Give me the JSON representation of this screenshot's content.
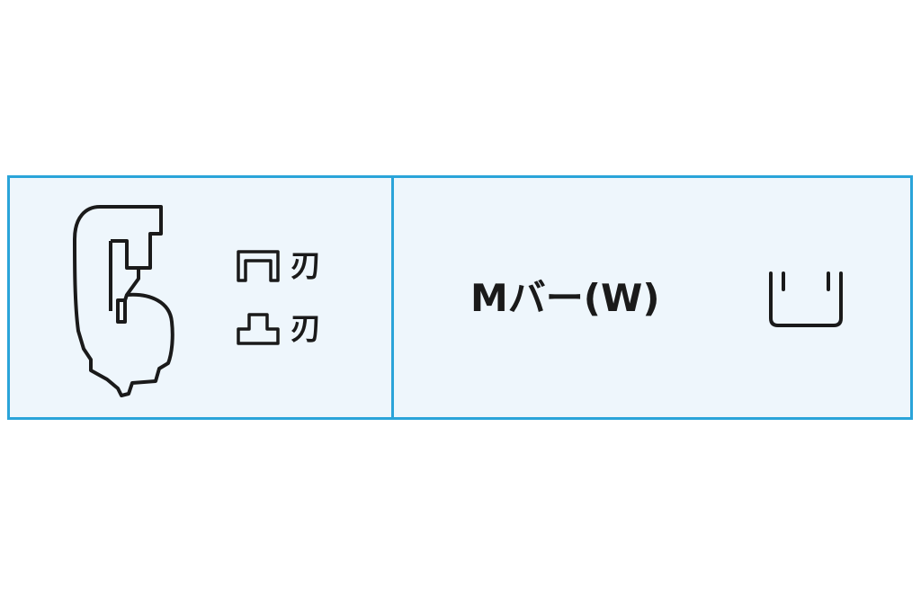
{
  "colors": {
    "border": "#2aa4d9",
    "panel_fill": "#eef6fc",
    "line": "#1a1a1a"
  },
  "left_panel": {
    "machine_icon": "c-frame-shear-icon",
    "blades": [
      {
        "icon": "upper-blade-icon",
        "label": "刃"
      },
      {
        "icon": "lower-blade-icon",
        "label": "刃"
      }
    ]
  },
  "right_panel": {
    "product_name": "Mバー(W)",
    "profile_icon": "m-bar-channel-icon"
  }
}
